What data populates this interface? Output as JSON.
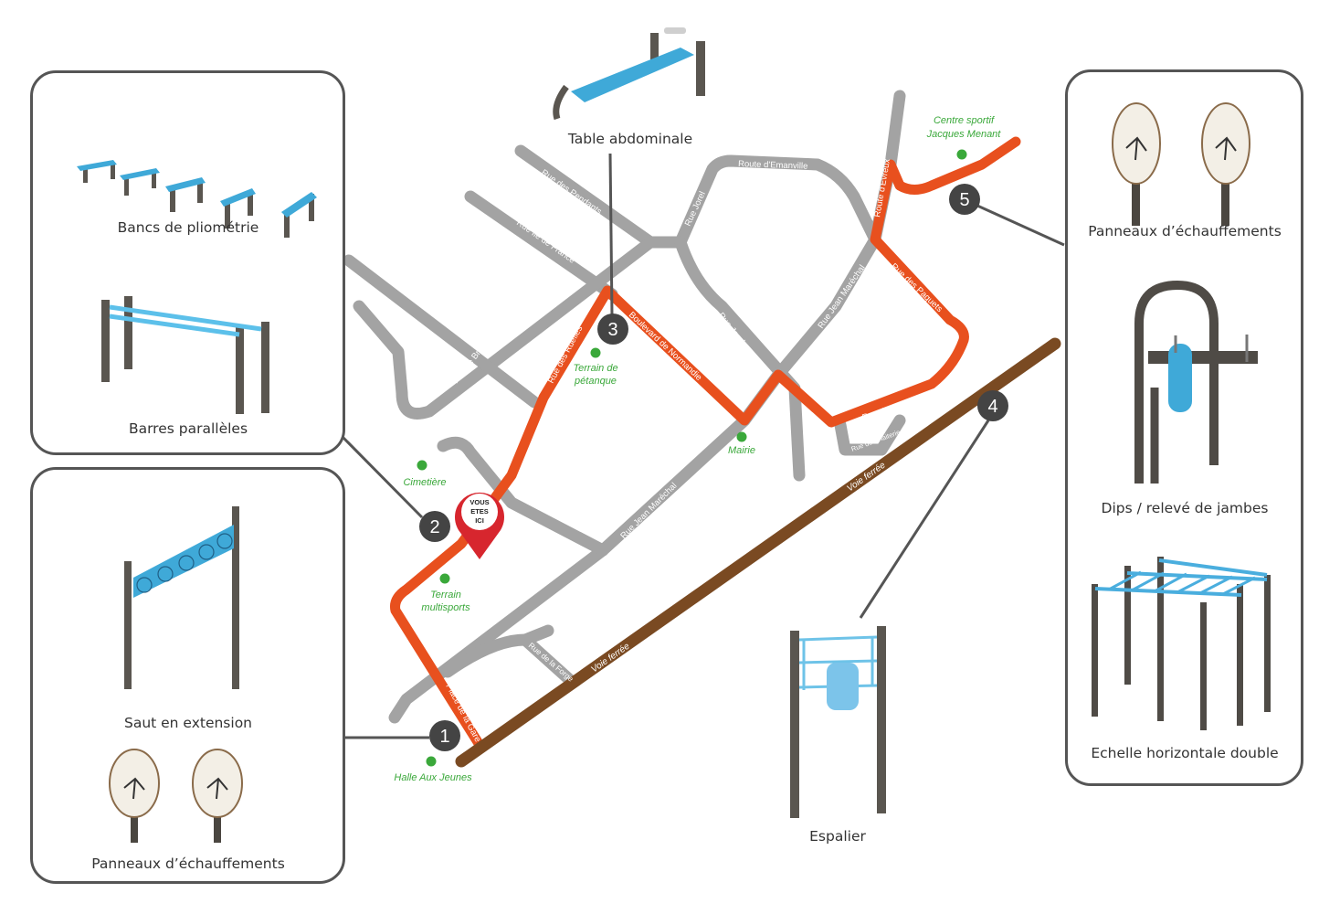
{
  "you_are_here": [
    "VOUS",
    "ETES",
    "ICI"
  ],
  "streets": {
    "route_emanville": "Route d'Emanville",
    "rue_pendants": "Rue des Pendants",
    "rue_jorel_1": "Rue Jorel",
    "rue_ile_de_france": "Rue Ile de France",
    "rue_bretagne": "Rue de Bretagne",
    "rue_ruelles": "Rue des Ruelles",
    "boulevard_normandie": "Boulevard de Normandie",
    "rue_jorel_2": "Rue Jorel",
    "rue_jean_marechal_1": "Rue Jean Maréchal",
    "route_evreux": "Route d'Evreux",
    "rue_paquets": "Rue des Paquets",
    "rue_iton": "Rue de l'Iton",
    "rue_laiterie": "Rue de la laiterie",
    "rue_alain_lenfant": "Rue Alain Lenfant",
    "rue_jean_marechal_2": "Rue Jean Maréchal",
    "rue_forge": "Rue de la Forge",
    "place_gare": "Place de la Gare",
    "voie_ferree_1": "Voie ferrée",
    "voie_ferree_2": "Voie ferrée"
  },
  "places": {
    "centre_sportif": [
      "Centre sportif",
      "Jacques Menant"
    ],
    "terrain_petanque": [
      "Terrain de",
      "pétanque"
    ],
    "mairie": "Mairie",
    "cimetiere": "Cimetière",
    "terrain_multisports": [
      "Terrain",
      "multisports"
    ],
    "halle_jeunes": "Halle Aux Jeunes"
  },
  "stops": [
    "1",
    "2",
    "3",
    "4",
    "5"
  ],
  "equipment": {
    "bancs_pliometrie": "Bancs de pliométrie",
    "barres_paralleles": "Barres parallèles",
    "saut_extension": "Saut en extension",
    "panneaux_left": "Panneaux d’échauffements",
    "table_abdominale": "Table abdominale",
    "espalier": "Espalier",
    "panneaux_right": "Panneaux d’échauffements",
    "dips": "Dips / relevé de jambes",
    "echelle": "Echelle horizontale double"
  },
  "colors": {
    "street": "#a3a3a3",
    "route": "#e8501e",
    "railway": "#7a4a22",
    "poi": "#3aa83a",
    "marker": "#d7262e",
    "stop_badge": "#444444",
    "panel_border": "#555555",
    "equipment_blue": "#3fa9d8",
    "equipment_post": "#5a5650"
  }
}
